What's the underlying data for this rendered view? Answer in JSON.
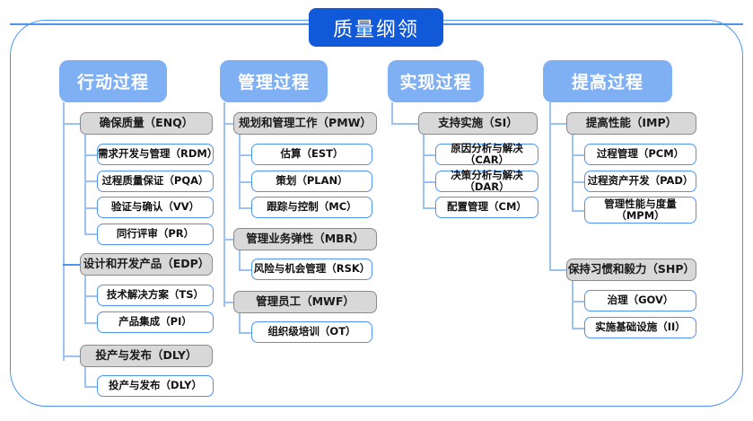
{
  "diagram": {
    "title": "质量纲领",
    "colors": {
      "root_fill": "#1059d8",
      "column_head_fill": "#7fb0f4",
      "group_fill": "#d8d8d8",
      "group_border": "#8a8a8a",
      "leaf_border": "#4d94f0",
      "frame_border": "#4d94f0",
      "connector": "#9cc2f2"
    },
    "columns": [
      {
        "id": "column-action",
        "label": "行动过程",
        "groups": [
          {
            "label": "确保质量（ENQ）",
            "children": [
              "需求开发与管理（RDM）",
              "过程质量保证（PQA）",
              "验证与确认（VV）",
              "同行评审（PR）"
            ]
          },
          {
            "label": "设计和开发产品（EDP）",
            "children": [
              "技术解决方案（TS）",
              "产品集成（PI）"
            ]
          },
          {
            "label": "投产与发布（DLY）",
            "children": [
              "投产与发布（DLY）"
            ]
          }
        ]
      },
      {
        "id": "column-management",
        "label": "管理过程",
        "groups": [
          {
            "label": "规划和管理工作（PMW）",
            "children": [
              "估算（EST）",
              "策划（PLAN）",
              "跟踪与控制（MC）"
            ]
          },
          {
            "label": "管理业务弹性（MBR）",
            "children": [
              "风险与机会管理（RSK）"
            ]
          },
          {
            "label": "管理员工（MWF）",
            "children": [
              "组织级培训（OT）"
            ]
          }
        ]
      },
      {
        "id": "column-implementation",
        "label": "实现过程",
        "groups": [
          {
            "label": "支持实施（SI）",
            "children": [
              "原因分析与解决（CAR）",
              "决策分析与解决（DAR）",
              "配置管理（CM）"
            ]
          }
        ]
      },
      {
        "id": "column-improvement",
        "label": "提高过程",
        "groups": [
          {
            "label": "提高性能（IMP）",
            "children": [
              "过程管理（PCM）",
              "过程资产开发（PAD）",
              "管理性能与度量\n（MPM）"
            ]
          },
          {
            "label": "保持习惯和毅力（SHP）",
            "children": [
              "治理（GOV）",
              "实施基础设施（II）"
            ]
          }
        ]
      }
    ]
  }
}
